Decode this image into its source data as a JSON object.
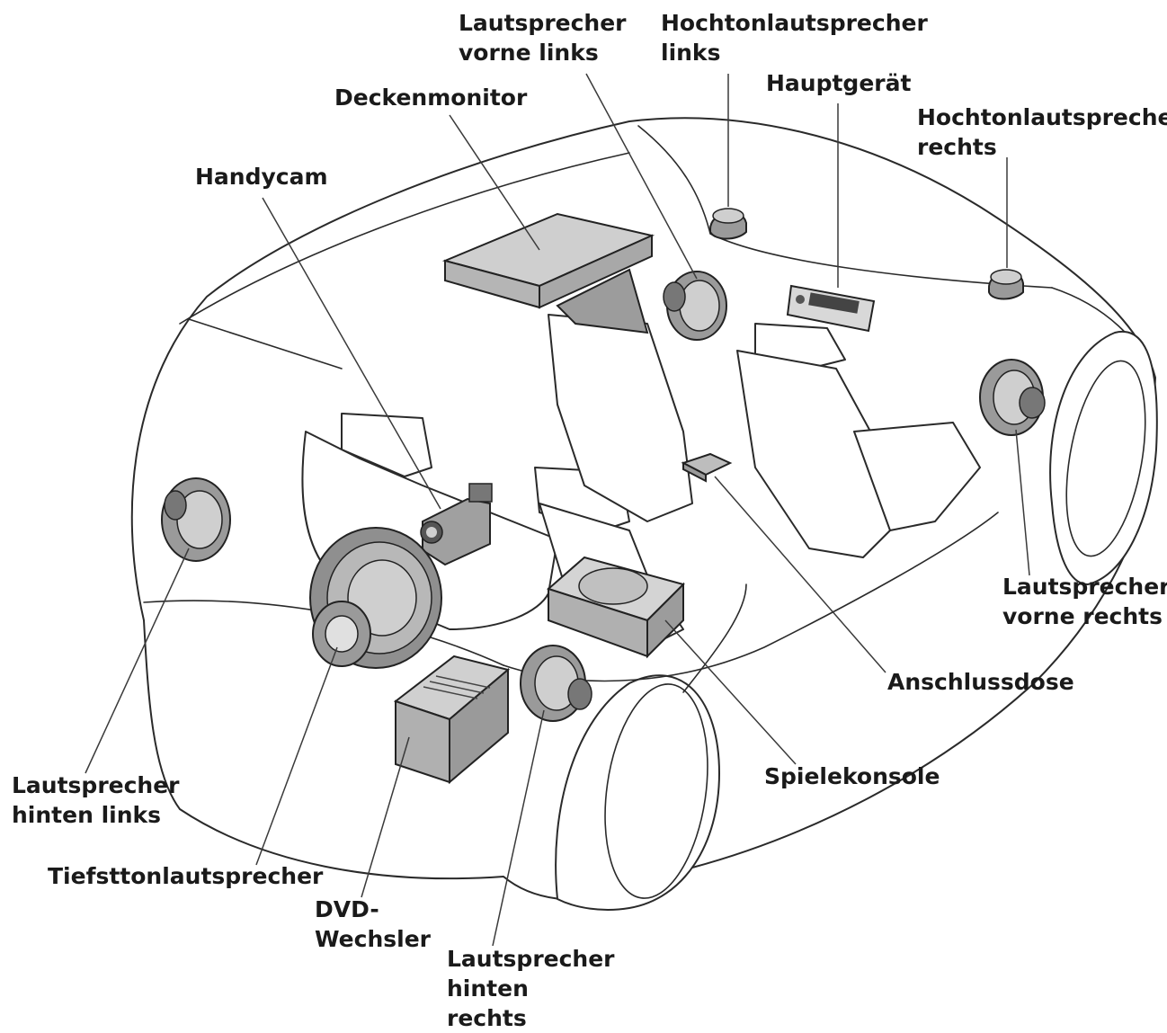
{
  "labels": {
    "lautsprecher_vorne_links": [
      "Lautsprecher",
      "vorne links"
    ],
    "hochtonlautsprecher_links": [
      "Hochtonlautsprecher",
      "links"
    ],
    "hauptgeraet": [
      "Hauptgerät"
    ],
    "deckenmonitor": [
      "Deckenmonitor"
    ],
    "hochtonlautsprecher_rechts": [
      "Hochtonlautsprecher",
      "rechts"
    ],
    "handycam": [
      "Handycam"
    ],
    "lautsprecher_vorne_rechts": [
      "Lautsprecher",
      "vorne rechts"
    ],
    "anschlussdose": [
      "Anschlussdose"
    ],
    "spielekonsole": [
      "Spielekonsole"
    ],
    "lautsprecher_hinten_links": [
      "Lautsprecher",
      "hinten links"
    ],
    "tiefsttonlautsprecher": [
      "Tiefsttonlautsprecher"
    ],
    "dvd_wechsler": [
      "DVD-",
      "Wechsler"
    ],
    "lautsprecher_hinten_rechts": [
      "Lautsprecher",
      "hinten",
      "rechts"
    ]
  },
  "colors": {
    "part_fill": "#c8c8c8",
    "part_dark": "#8a8a8a",
    "line": "#2a2a2a"
  }
}
